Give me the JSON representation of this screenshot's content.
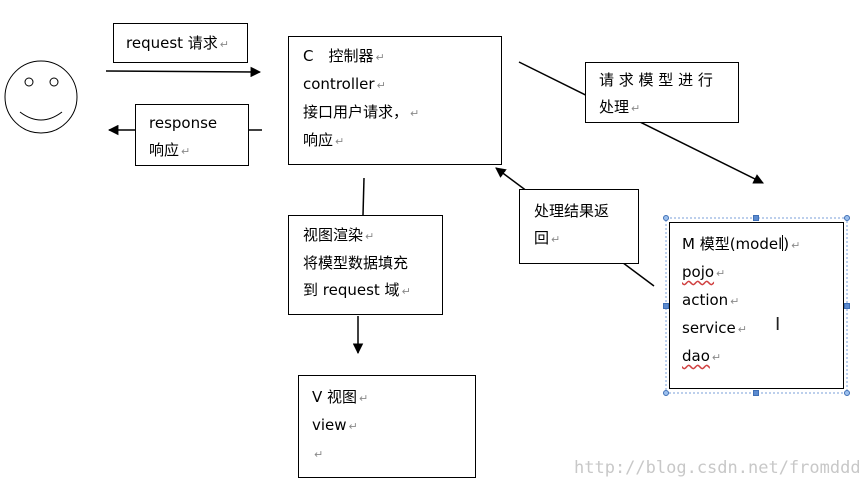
{
  "user": {
    "icon": "smiley-face-icon"
  },
  "request_box": {
    "lines": [
      "request 请求"
    ]
  },
  "response_box": {
    "lines": [
      "response",
      "响应"
    ]
  },
  "controller_box": {
    "lines": [
      "C　控制器",
      "controller",
      "接口用户请求，",
      "响应"
    ]
  },
  "model_request_box": {
    "lines": [
      "请 求 模 型 进 行",
      "处理"
    ]
  },
  "result_return_box": {
    "lines": [
      "处理结果返",
      "回"
    ]
  },
  "render_box": {
    "lines": [
      "视图渲染",
      "将模型数据填充",
      "到 request 域"
    ]
  },
  "model_box": {
    "title_prefix": "M 模型(model",
    "title_suffix": ")",
    "lines": [
      "pojo",
      "action",
      "service",
      "dao"
    ]
  },
  "view_box": {
    "lines": [
      "V 视图",
      "view",
      ""
    ]
  },
  "paragraph_mark": "↵",
  "watermark": "http://blog.csdn.net/fromddd",
  "text_cursor": "I"
}
